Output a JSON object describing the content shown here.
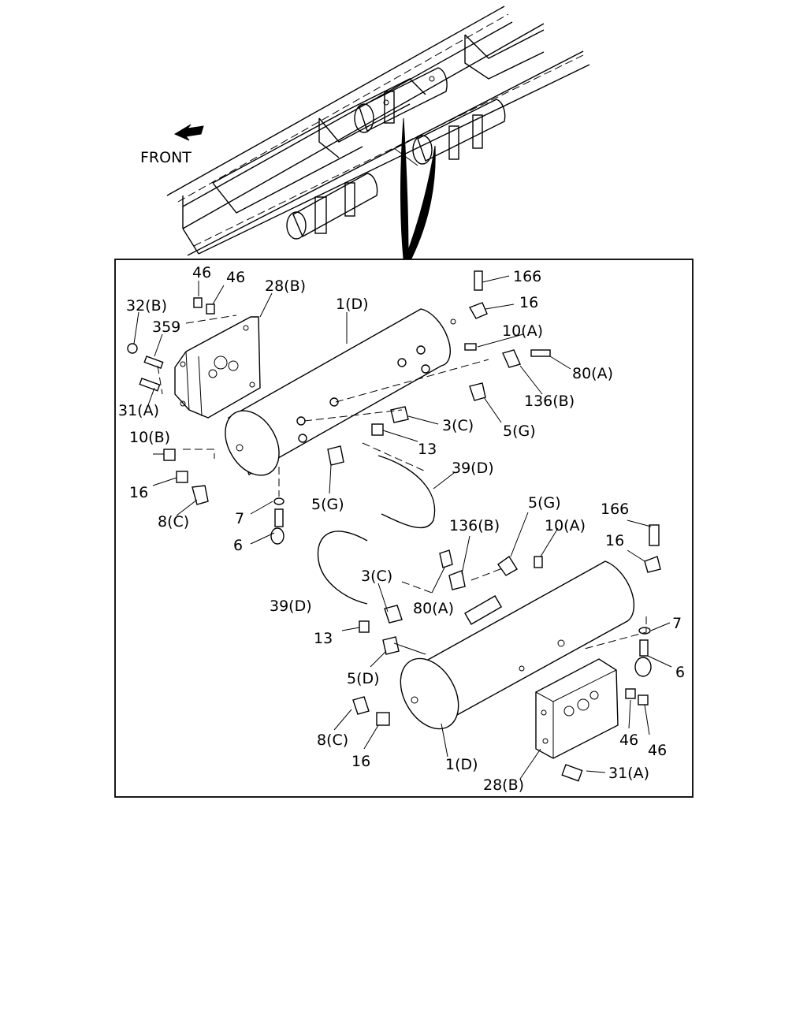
{
  "front_label": "FRONT",
  "callouts": {
    "p46a": "46",
    "p46b": "46",
    "p28b_top": "28(B)",
    "p32b": "32(B)",
    "p359": "359",
    "p31a_top": "31(A)",
    "p1d_top": "1(D)",
    "p166_top": "166",
    "p16_top": "16",
    "p10a_top": "10(A)",
    "p80a_top": "80(A)",
    "p136b_top": "136(B)",
    "p5g_r": "5(G)",
    "p3c_top": "3(C)",
    "p13_top": "13",
    "p10b": "10(B)",
    "p16_left": "16",
    "p8c_top": "8(C)",
    "p7_left": "7",
    "p6_left": "6",
    "p5g_l": "5(G)",
    "p39d_top": "39(D)",
    "p5g_b": "5(G)",
    "p10a_b": "10(A)",
    "p166_b": "166",
    "p16_b": "16",
    "p136b_b": "136(B)",
    "p3c_b": "3(C)",
    "p80a_b": "80(A)",
    "p39d_b": "39(D)",
    "p13_b": "13",
    "p7_b": "7",
    "p6_b": "6",
    "p5d": "5(D)",
    "p8c_b": "8(C)",
    "p16_bl": "16",
    "p1d_b": "1(D)",
    "p46c": "46",
    "p46d": "46",
    "p28b_b": "28(B)",
    "p31a_b": "31(A)"
  }
}
